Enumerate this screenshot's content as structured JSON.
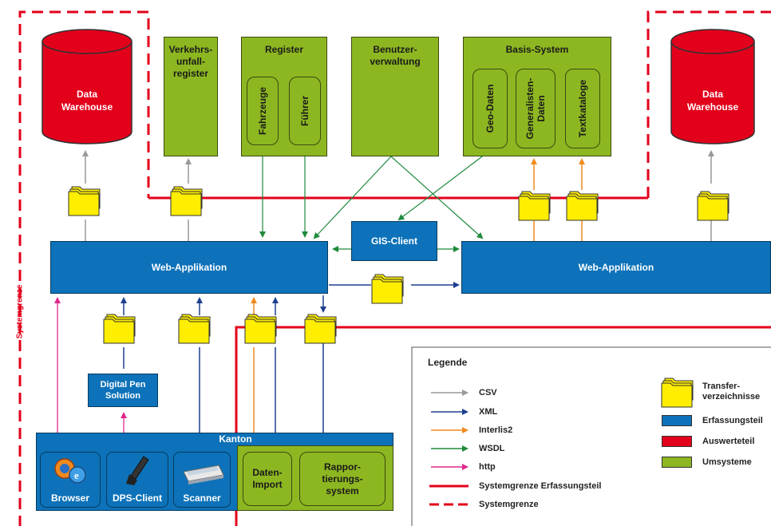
{
  "colors": {
    "green": "#8db721",
    "blue": "#0d72b9",
    "red": "#e3001b",
    "yellow": "#ffee00",
    "arrow_csv": "#999999",
    "arrow_xml": "#1f3f8f",
    "arrow_interlis": "#f08a1e",
    "arrow_wsdl": "#1f8a3c",
    "arrow_http": "#e0288a"
  },
  "systemgrenze_label": "Systemgrenze",
  "data_warehouse_left": "Data\nWarehouse",
  "data_warehouse_right": "Data\nWarehouse",
  "verkehrsunfallregister": "Verkehrs-\nunfall-\nregister",
  "register": {
    "title": "Register",
    "fahrzeuge": "Fahrzeuge",
    "fuehrer": "Führer"
  },
  "benutzerverwaltung": "Benutzer-\nverwaltung",
  "basis_system": {
    "title": "Basis-System",
    "geo_daten": "Geo-Daten",
    "generalisten_daten": "Generalisten-\nDaten",
    "textkataloge": "Textkataloge"
  },
  "web_applikation_left": "Web-Applikation",
  "web_applikation_right": "Web-Applikation",
  "gis_client": "GIS-Client",
  "digital_pen_solution": "Digital Pen\nSolution",
  "kanton": {
    "title": "Kanton",
    "browser": "Browser",
    "dps_client": "DPS-Client",
    "scanner": "Scanner",
    "daten_import": "Daten-\nImport",
    "rapportierungssystem": "Rappor-\ntierungs-\nsystem"
  },
  "legend": {
    "title": "Legende",
    "arrows": [
      {
        "label": "CSV",
        "color": "#999999"
      },
      {
        "label": "XML",
        "color": "#1f3f8f"
      },
      {
        "label": "Interlis2",
        "color": "#f08a1e"
      },
      {
        "label": "WSDL",
        "color": "#1f8a3c"
      },
      {
        "label": "http",
        "color": "#e0288a"
      }
    ],
    "line_solid": "Systemgrenze Erfassungsteil",
    "line_dashed": "Systemgrenze",
    "folder_label": "Transfer-\nverzeichnisse",
    "erfassungsteil": "Erfassungsteil",
    "auswerteteil": "Auswerteteil",
    "umsysteme": "Umsysteme"
  }
}
